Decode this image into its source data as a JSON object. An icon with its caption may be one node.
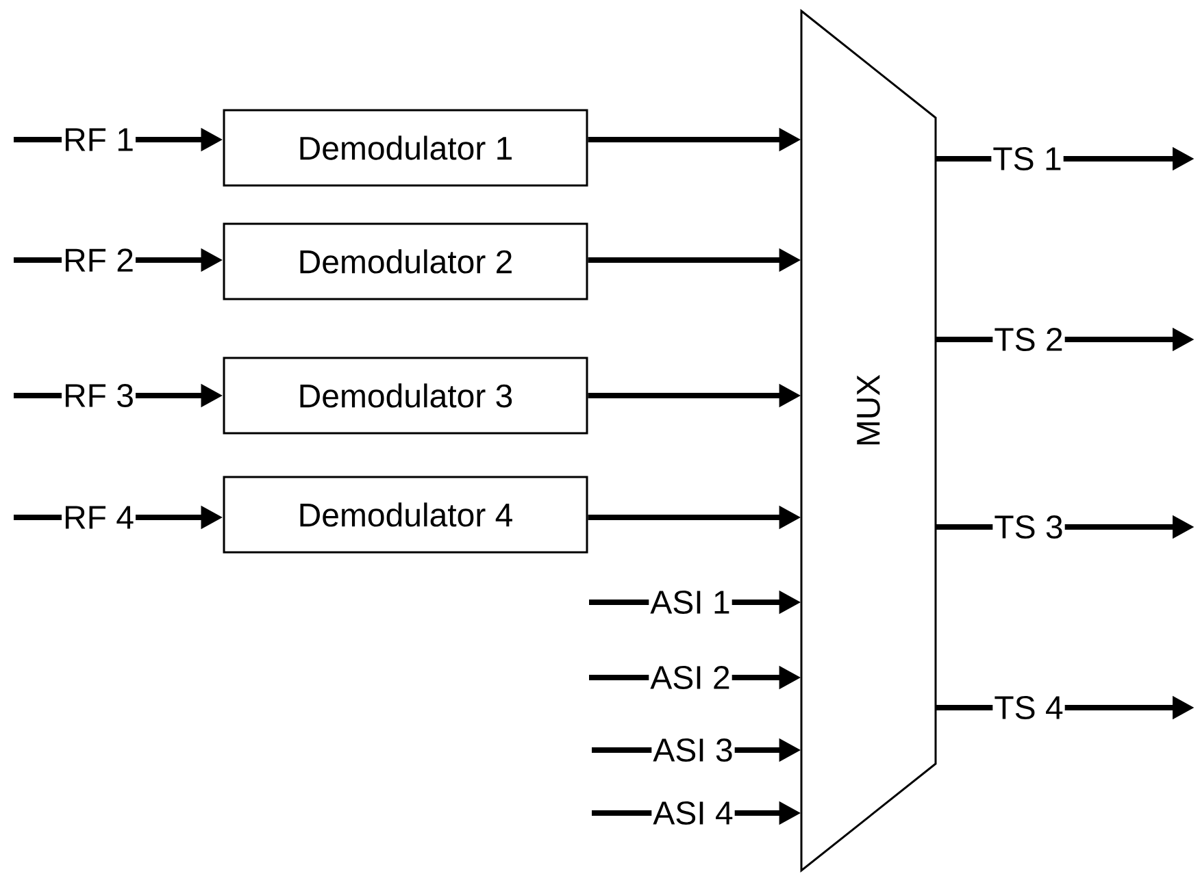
{
  "diagram": {
    "nodes": [
      {
        "text": [
          "Demodulator 1"
        ]
      },
      {
        "text": [
          "Demodulator 2"
        ]
      },
      {
        "text": [
          "Demodulator 3"
        ]
      },
      {
        "text": [
          "Demodulator 4"
        ]
      },
      {
        "text": [
          "MUX"
        ]
      }
    ],
    "edges": [
      {
        "from": null,
        "to": 0,
        "arrow": "to",
        "label": "RF 1"
      },
      {
        "from": null,
        "to": 1,
        "arrow": "to",
        "label": "RF 2"
      },
      {
        "from": null,
        "to": 2,
        "arrow": "to",
        "label": "RF 3"
      },
      {
        "from": null,
        "to": 3,
        "arrow": "to",
        "label": "RF 4"
      },
      {
        "from": 0,
        "to": 4,
        "arrow": "to"
      },
      {
        "from": 1,
        "to": 4,
        "arrow": "to"
      },
      {
        "from": 2,
        "to": 4,
        "arrow": "to"
      },
      {
        "from": 3,
        "to": 4,
        "arrow": "to"
      },
      {
        "from": null,
        "to": 4,
        "arrow": "to",
        "label": "ASI 1"
      },
      {
        "from": null,
        "to": 4,
        "arrow": "to",
        "label": "ASI 2"
      },
      {
        "from": null,
        "to": 4,
        "arrow": "to",
        "label": "ASI 3"
      },
      {
        "from": null,
        "to": 4,
        "arrow": "to",
        "label": "ASI 4"
      },
      {
        "from": 4,
        "to": null,
        "arrow": "to",
        "label": "TS 1"
      },
      {
        "from": 4,
        "to": null,
        "arrow": "to",
        "label": "TS 2"
      },
      {
        "from": 4,
        "to": null,
        "arrow": "to",
        "label": "TS 3"
      },
      {
        "from": 4,
        "to": null,
        "arrow": "to",
        "label": "TS 4"
      }
    ]
  }
}
